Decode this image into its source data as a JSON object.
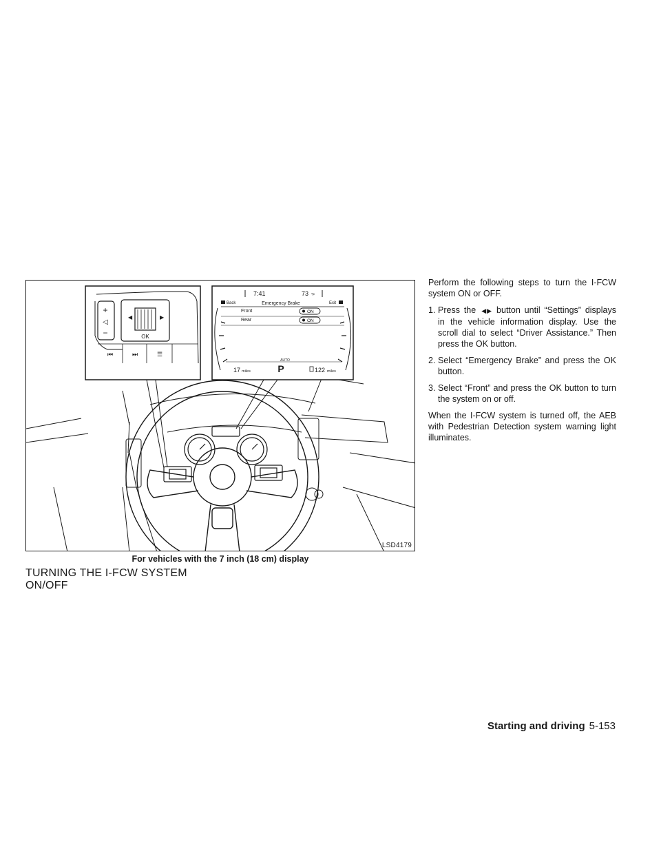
{
  "figure": {
    "code": "LSD4179",
    "caption": "For vehicles with the 7 inch (18 cm) display",
    "display": {
      "time": "7:41",
      "temperature": "73",
      "temperature_unit": "°F",
      "back_label": "Back",
      "screen_title": "Emergency Brake",
      "exit_label": "Exit",
      "rows": [
        {
          "label": "Front",
          "state": "ON"
        },
        {
          "label": "Rear",
          "state": "ON"
        }
      ],
      "auto_label": "AUTO",
      "gear": "P",
      "left_distance": "17",
      "left_unit": "miles",
      "right_distance": "122",
      "right_unit": "miles"
    },
    "switch_labels": {
      "plus": "+",
      "minus": "−",
      "ok": "OK"
    }
  },
  "section_title_line1": "TURNING THE I-FCW SYSTEM",
  "section_title_line2": "ON/OFF",
  "intro": "Perform the following steps to turn the I-FCW system ON or OFF.",
  "steps": [
    {
      "num": "1.",
      "before": "Press the",
      "icon": "◀▶",
      "after": "button until “Settings” displays in the vehicle information display. Use the scroll dial to select “Driver Assistance.” Then press the OK button."
    },
    {
      "num": "2.",
      "text": "Select “Emergency Brake” and press the OK button."
    },
    {
      "num": "3.",
      "text": "Select “Front” and press the OK button to turn the system on or off."
    }
  ],
  "note": "When the I-FCW system is turned off, the AEB with Pedestrian Detection system warning light illuminates.",
  "footer": {
    "section": "Starting and driving",
    "page": "5-153"
  }
}
